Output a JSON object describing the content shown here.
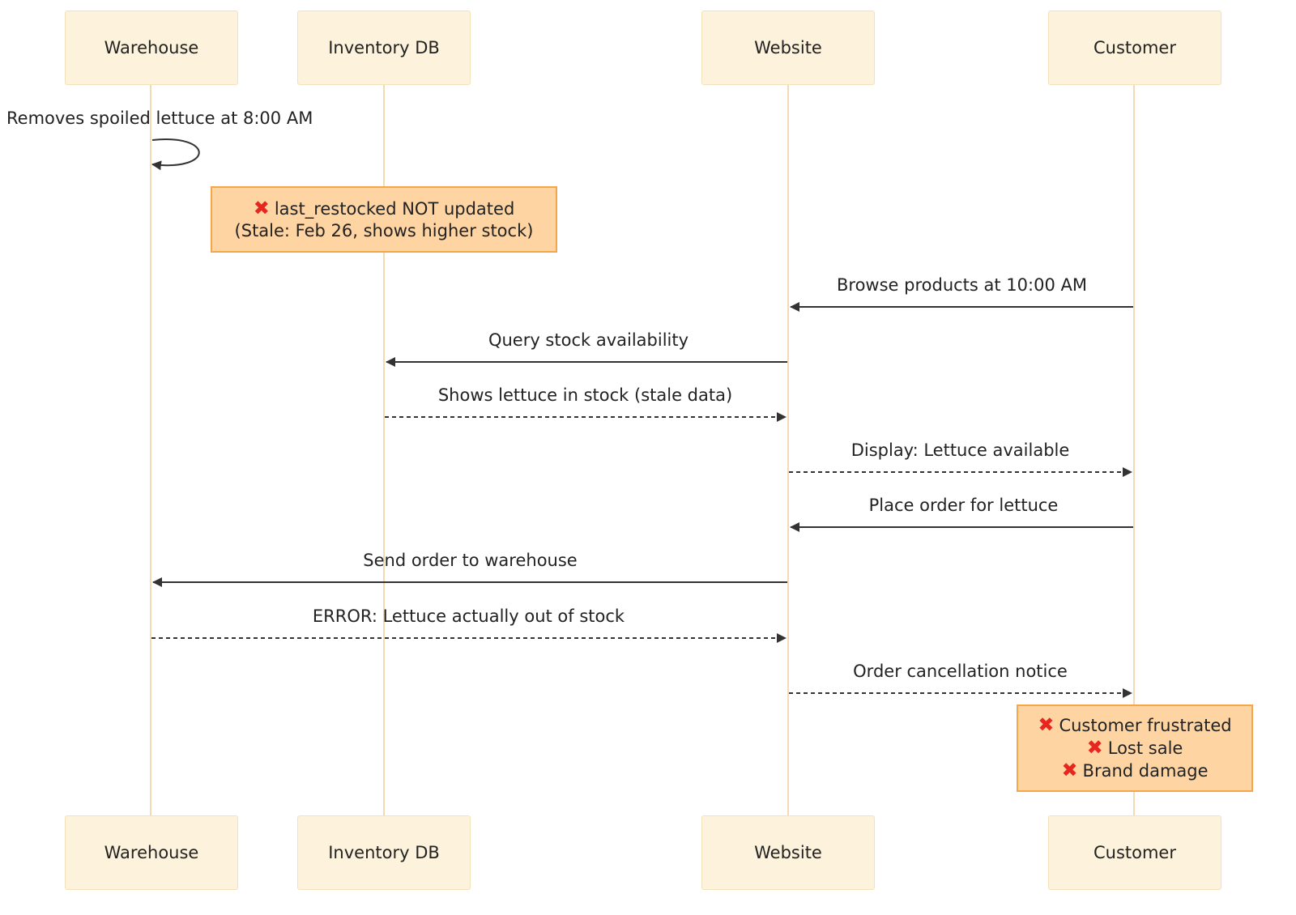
{
  "participants": [
    "Warehouse",
    "Inventory DB",
    "Website",
    "Customer"
  ],
  "self_message": "Removes spoiled lettuce at 8:00 AM",
  "note_db": {
    "line1": "last_restocked NOT updated",
    "line2": "(Stale: Feb 26, shows higher stock)",
    "icon": "cross-mark-icon"
  },
  "messages": [
    {
      "from": "Customer",
      "to": "Website",
      "text": "Browse products at 10:00 AM",
      "style": "solid"
    },
    {
      "from": "Website",
      "to": "Inventory DB",
      "text": "Query stock availability",
      "style": "solid"
    },
    {
      "from": "Inventory DB",
      "to": "Website",
      "text": "Shows lettuce in stock (stale data)",
      "style": "dashed"
    },
    {
      "from": "Website",
      "to": "Customer",
      "text": "Display: Lettuce available",
      "style": "dashed"
    },
    {
      "from": "Customer",
      "to": "Website",
      "text": "Place order for lettuce",
      "style": "solid"
    },
    {
      "from": "Website",
      "to": "Warehouse",
      "text": "Send order to warehouse",
      "style": "solid"
    },
    {
      "from": "Warehouse",
      "to": "Website",
      "text": "ERROR: Lettuce actually out of stock",
      "style": "dashed"
    },
    {
      "from": "Website",
      "to": "Customer",
      "text": "Order cancellation notice",
      "style": "dashed"
    }
  ],
  "note_customer": {
    "lines": [
      "Customer frustrated",
      "Lost sale",
      "Brand damage"
    ],
    "icon": "cross-mark-icon"
  },
  "colors": {
    "actor_fill": "#fdf3dc",
    "note_fill": "#ffd4a3",
    "note_border": "#f5a64a",
    "cross_mark": "#e6261f"
  }
}
